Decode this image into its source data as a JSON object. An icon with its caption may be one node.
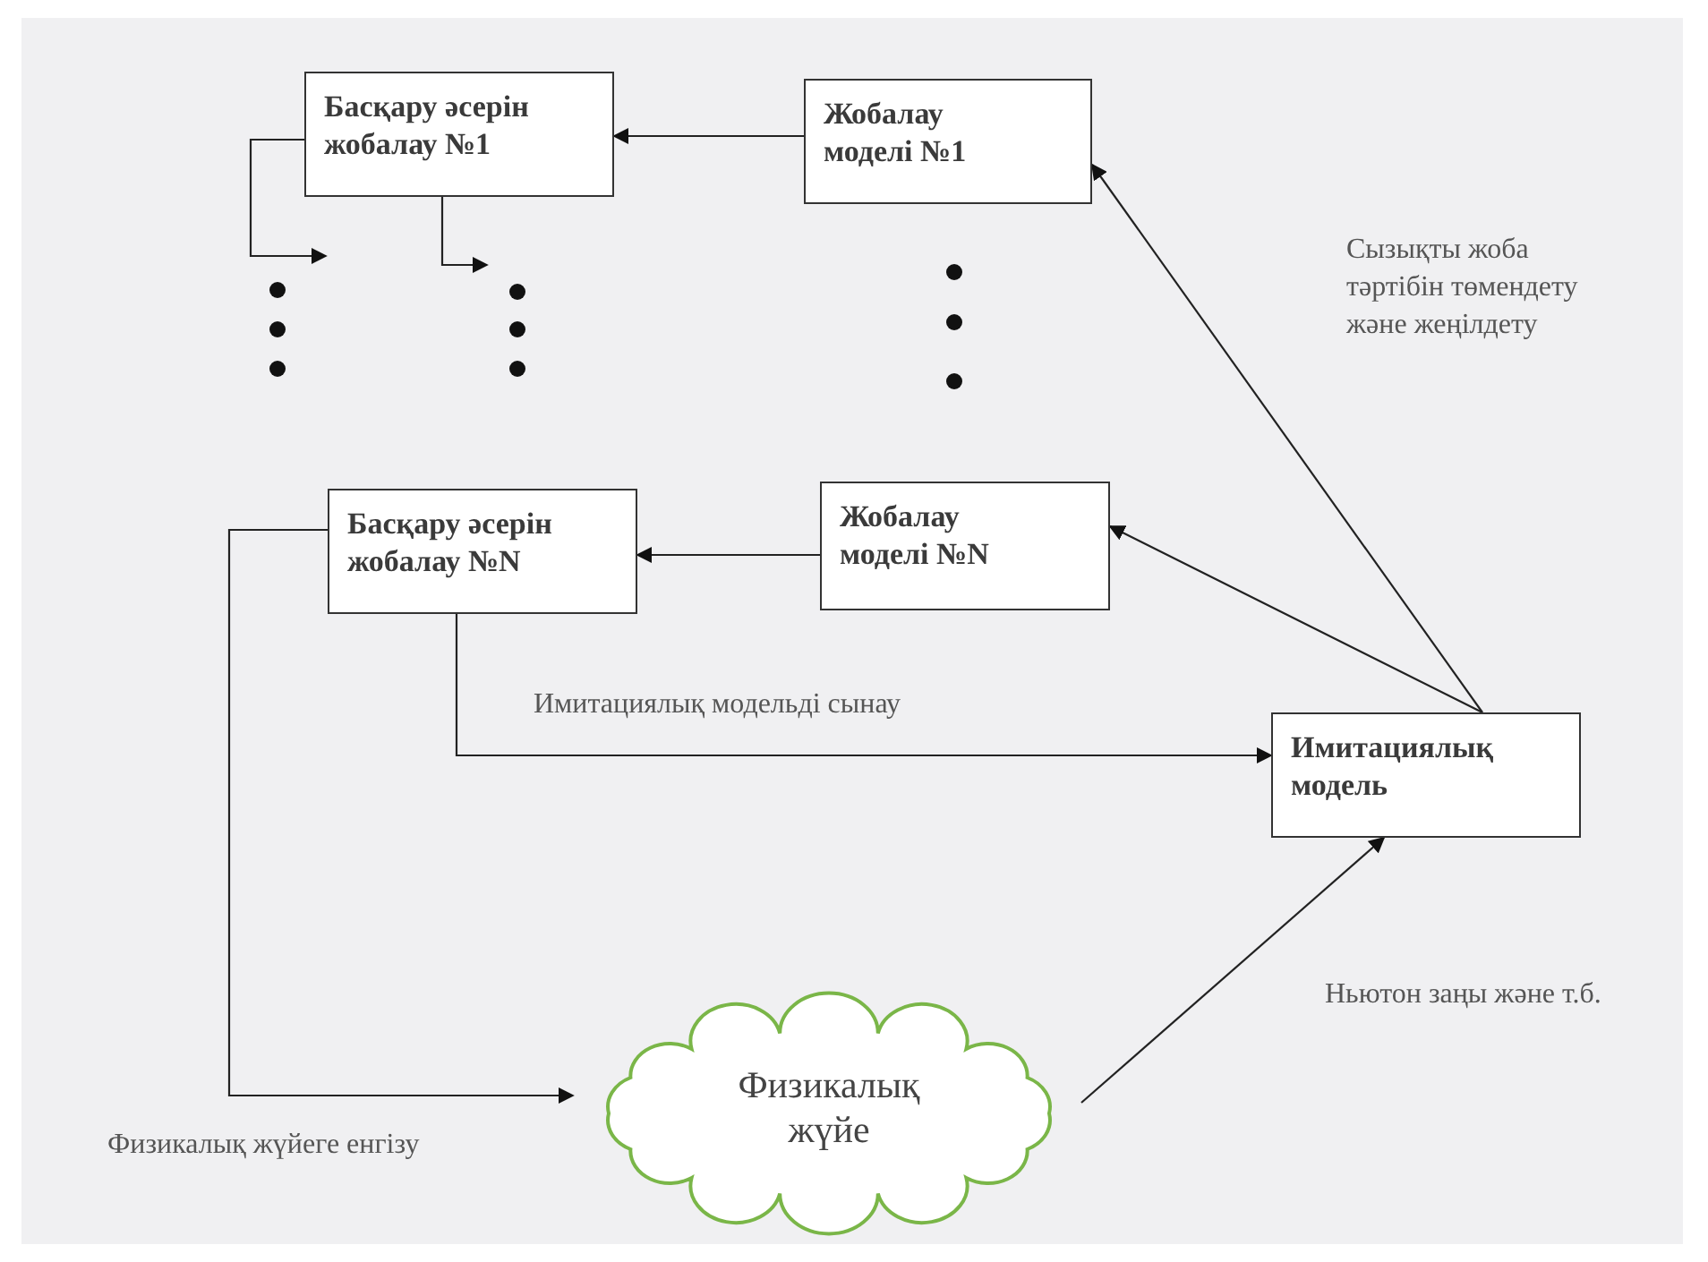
{
  "diagram": {
    "nodes": [
      {
        "text": [
          "Басқару әсерін жобалау №1"
        ]
      },
      {
        "text": [
          "Жобалау моделі №1"
        ]
      },
      {
        "text": [
          "Басқару әсерін жобалау №N"
        ]
      },
      {
        "text": [
          "Жобалау моделі №N"
        ]
      },
      {
        "text": [
          "Имитациялық модель"
        ]
      },
      {
        "text": [
          "Физикалық жүйе"
        ]
      }
    ],
    "edges": [
      {
        "from": 1,
        "to": 0,
        "arrow": "to"
      },
      {
        "from": 0,
        "to": null,
        "arrow": "to"
      },
      {
        "from": 0,
        "to": null,
        "arrow": "to"
      },
      {
        "from": 3,
        "to": 2,
        "arrow": "to"
      },
      {
        "from": 4,
        "to": 1,
        "arrow": "to",
        "label": "Сызықты жоба тәртібін төмендету және жеңілдету"
      },
      {
        "from": 4,
        "to": 3,
        "arrow": "to"
      },
      {
        "from": 2,
        "to": 4,
        "arrow": "to",
        "label": "Имитациялық модельді сынау"
      },
      {
        "from": 2,
        "to": 5,
        "arrow": "to",
        "label": "Физикалық жүйеге енгізу"
      },
      {
        "from": 5,
        "to": 4,
        "arrow": "to",
        "label": "Ньютон заңы және т.б."
      }
    ]
  }
}
